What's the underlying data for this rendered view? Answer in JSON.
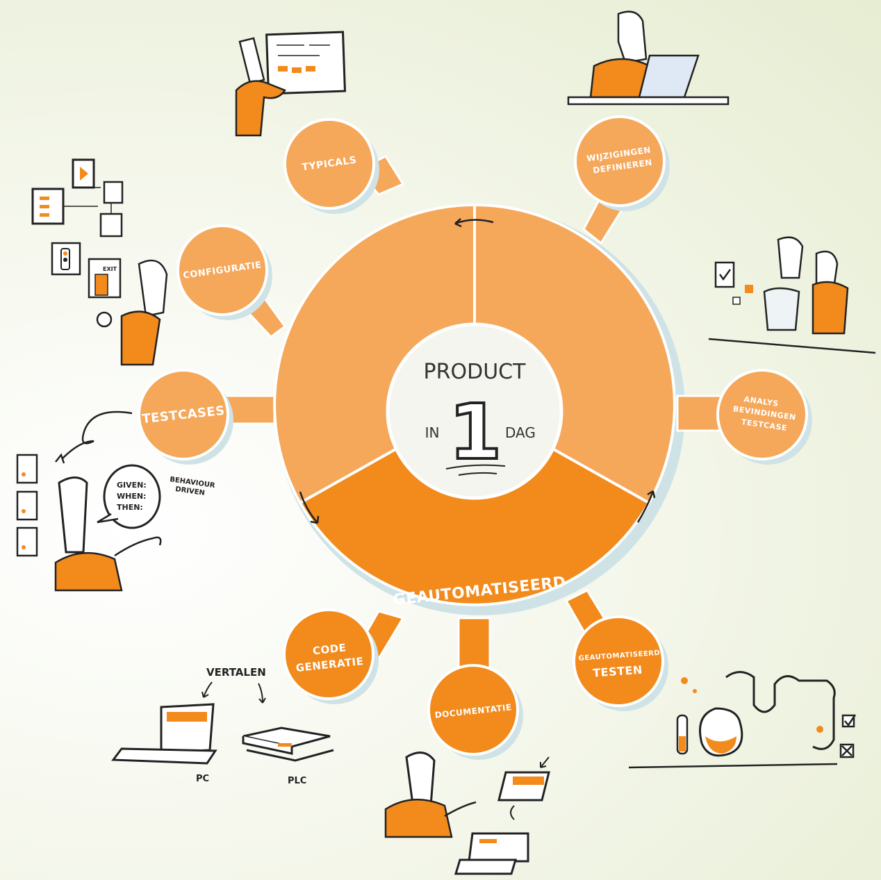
{
  "colors": {
    "light_orange": "#f5a75a",
    "dark_orange": "#f28a1c",
    "shadow_blue": "#cfe3e6",
    "outline": "#ffffff",
    "ink": "#222222"
  },
  "center": {
    "line1": "PRODUCT",
    "in": "IN",
    "number": "1",
    "dag": "DAG"
  },
  "wheel_segment_label": "GEAUTOMATISEERD",
  "bubbles": {
    "typicals": "TYPICALS",
    "wijzigingen_1": "WIJZIGINGEN",
    "wijzigingen_2": "DEFINIEREN",
    "configuratie": "CONFIGURATIE",
    "testcases": "TESTCASES",
    "analyse_1": "ANALYS",
    "analyse_2": "BEVINDINGEN",
    "analyse_3": "TESTCASE",
    "code_1": "CODE",
    "code_2": "GENERATIE",
    "documentatie": "DOCUMENTATIE",
    "testen_1": "GEAUTOMATISEERD",
    "testen_2": "TESTEN"
  },
  "labels": {
    "behaviour_1": "BEHAVIOUR",
    "behaviour_2": "DRIVEN",
    "speech_1": "GIVEN:",
    "speech_2": "WHEN:",
    "speech_3": "THEN:",
    "vertalen": "VERTALEN",
    "pc": "PC",
    "plc": "PLC",
    "exit": "EXIT"
  }
}
